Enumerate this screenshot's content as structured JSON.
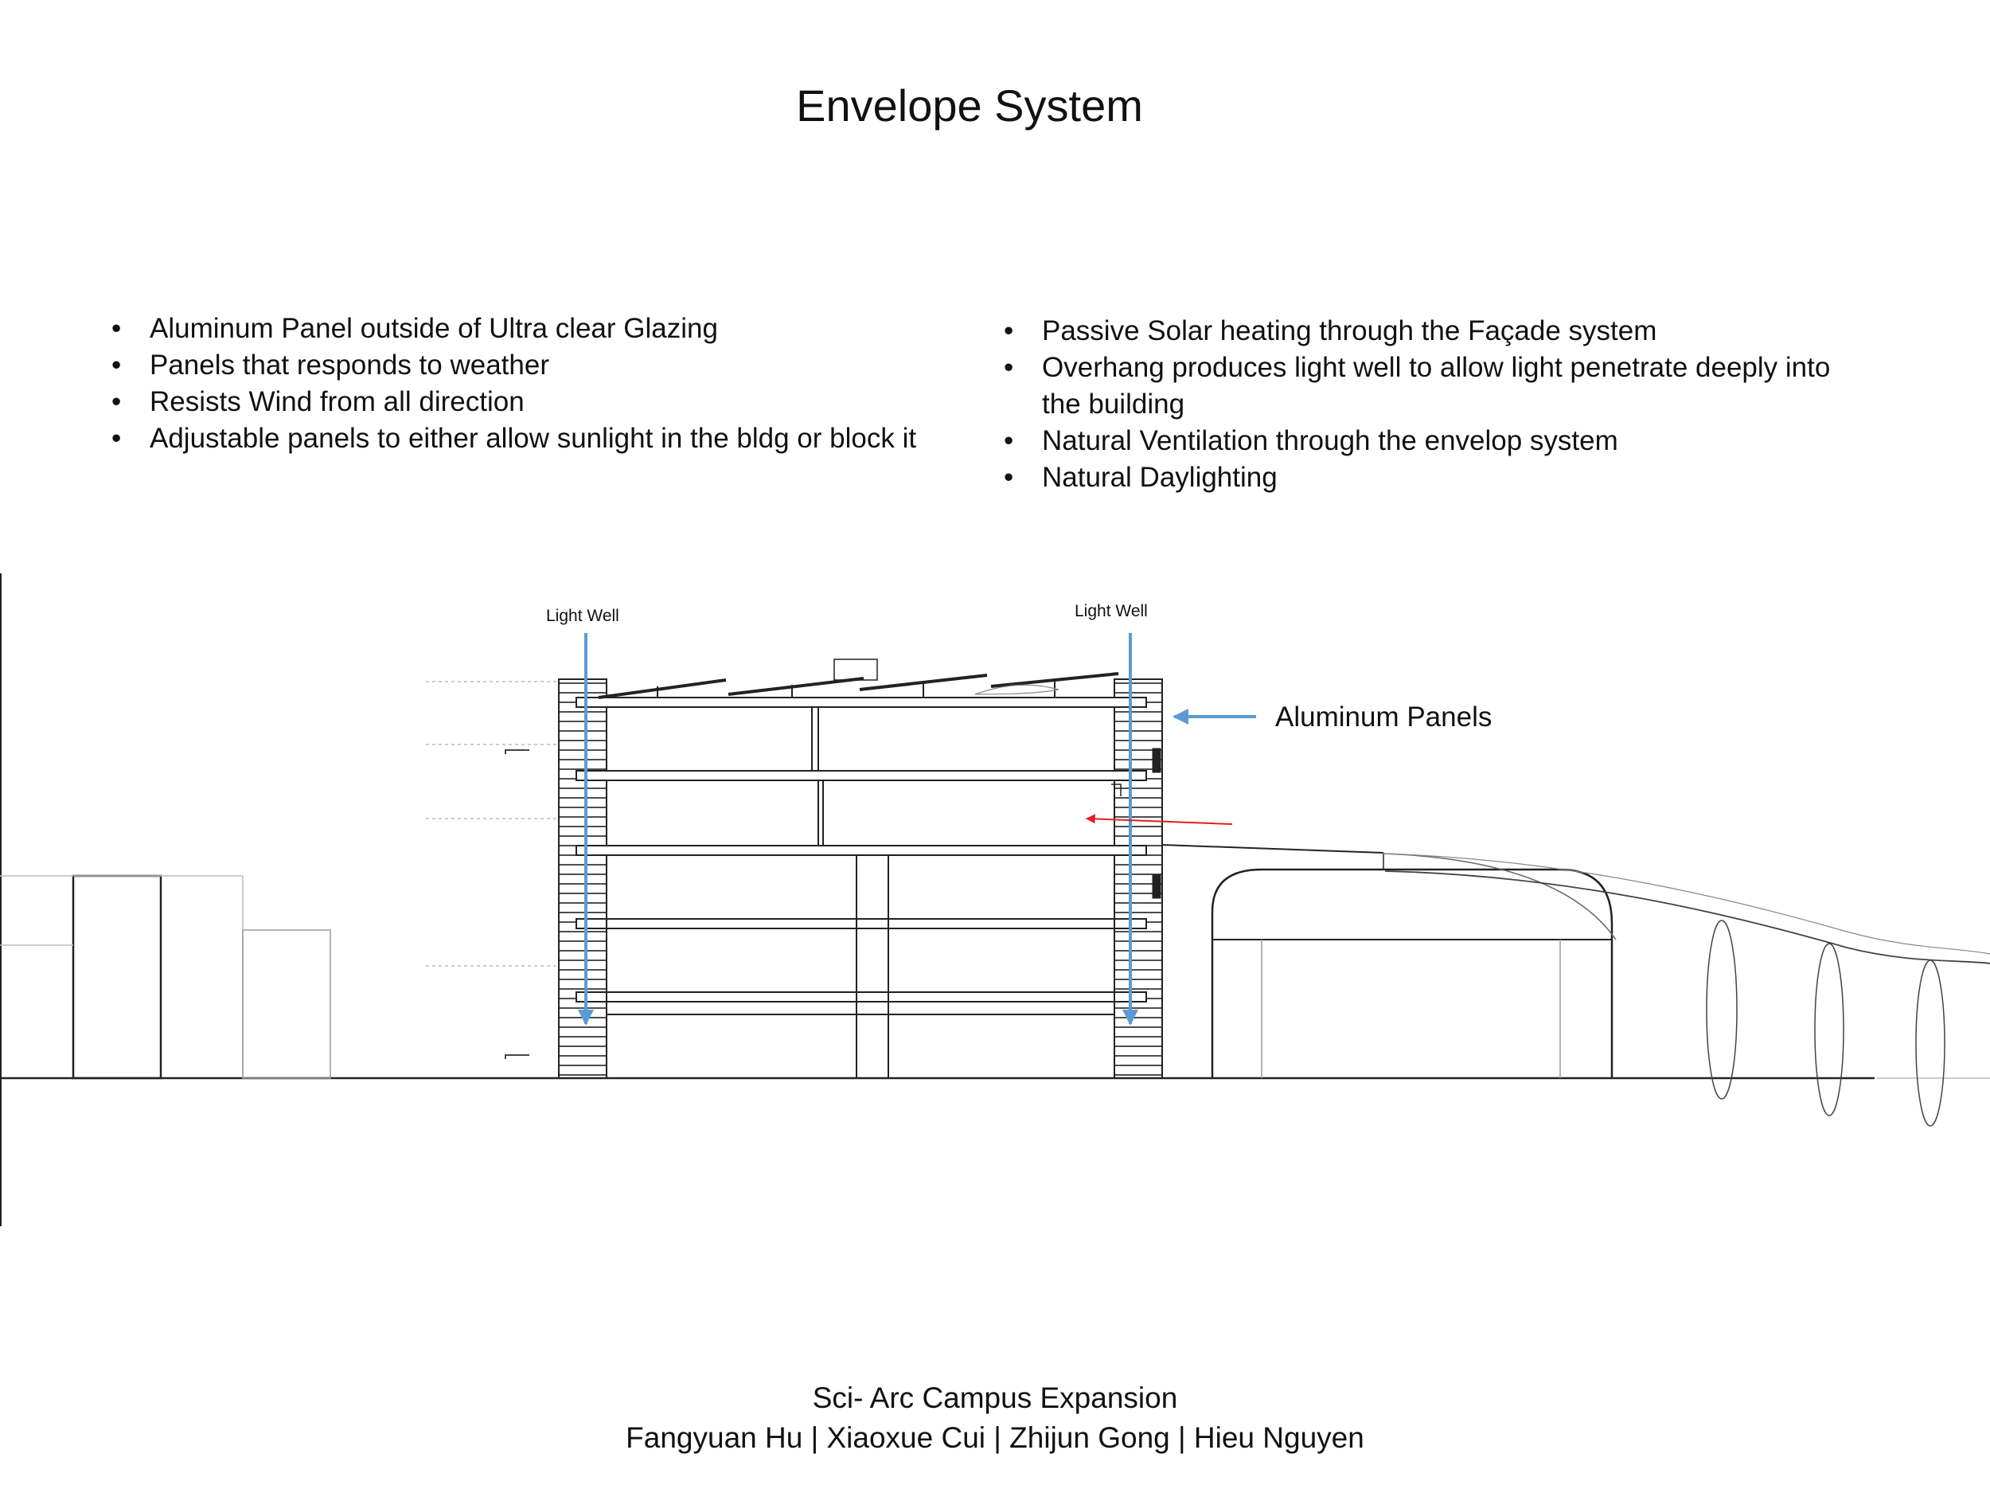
{
  "title": "Envelope System",
  "left_bullets": [
    "Aluminum Panel outside of Ultra clear Glazing",
    "Panels that responds to weather",
    "Resists Wind from all direction",
    "Adjustable panels to either allow sunlight in the bldg or block it"
  ],
  "right_bullets": [
    "Passive Solar heating through the Façade system",
    "Overhang produces light well to allow light penetrate deeply into the building",
    "Natural Ventilation through the envelop system",
    "Natural Daylighting"
  ],
  "diagram": {
    "light_well_left_label": "Light Well",
    "light_well_right_label": "Light Well",
    "panels_label": "Aluminum Panels",
    "arrow_color": "#5b9bd5",
    "air_arrow_color": "#e02020"
  },
  "footer": {
    "project": "Sci- Arc Campus Expansion",
    "authors": "Fangyuan Hu | Xiaoxue Cui | Zhijun Gong | Hieu Nguyen"
  }
}
